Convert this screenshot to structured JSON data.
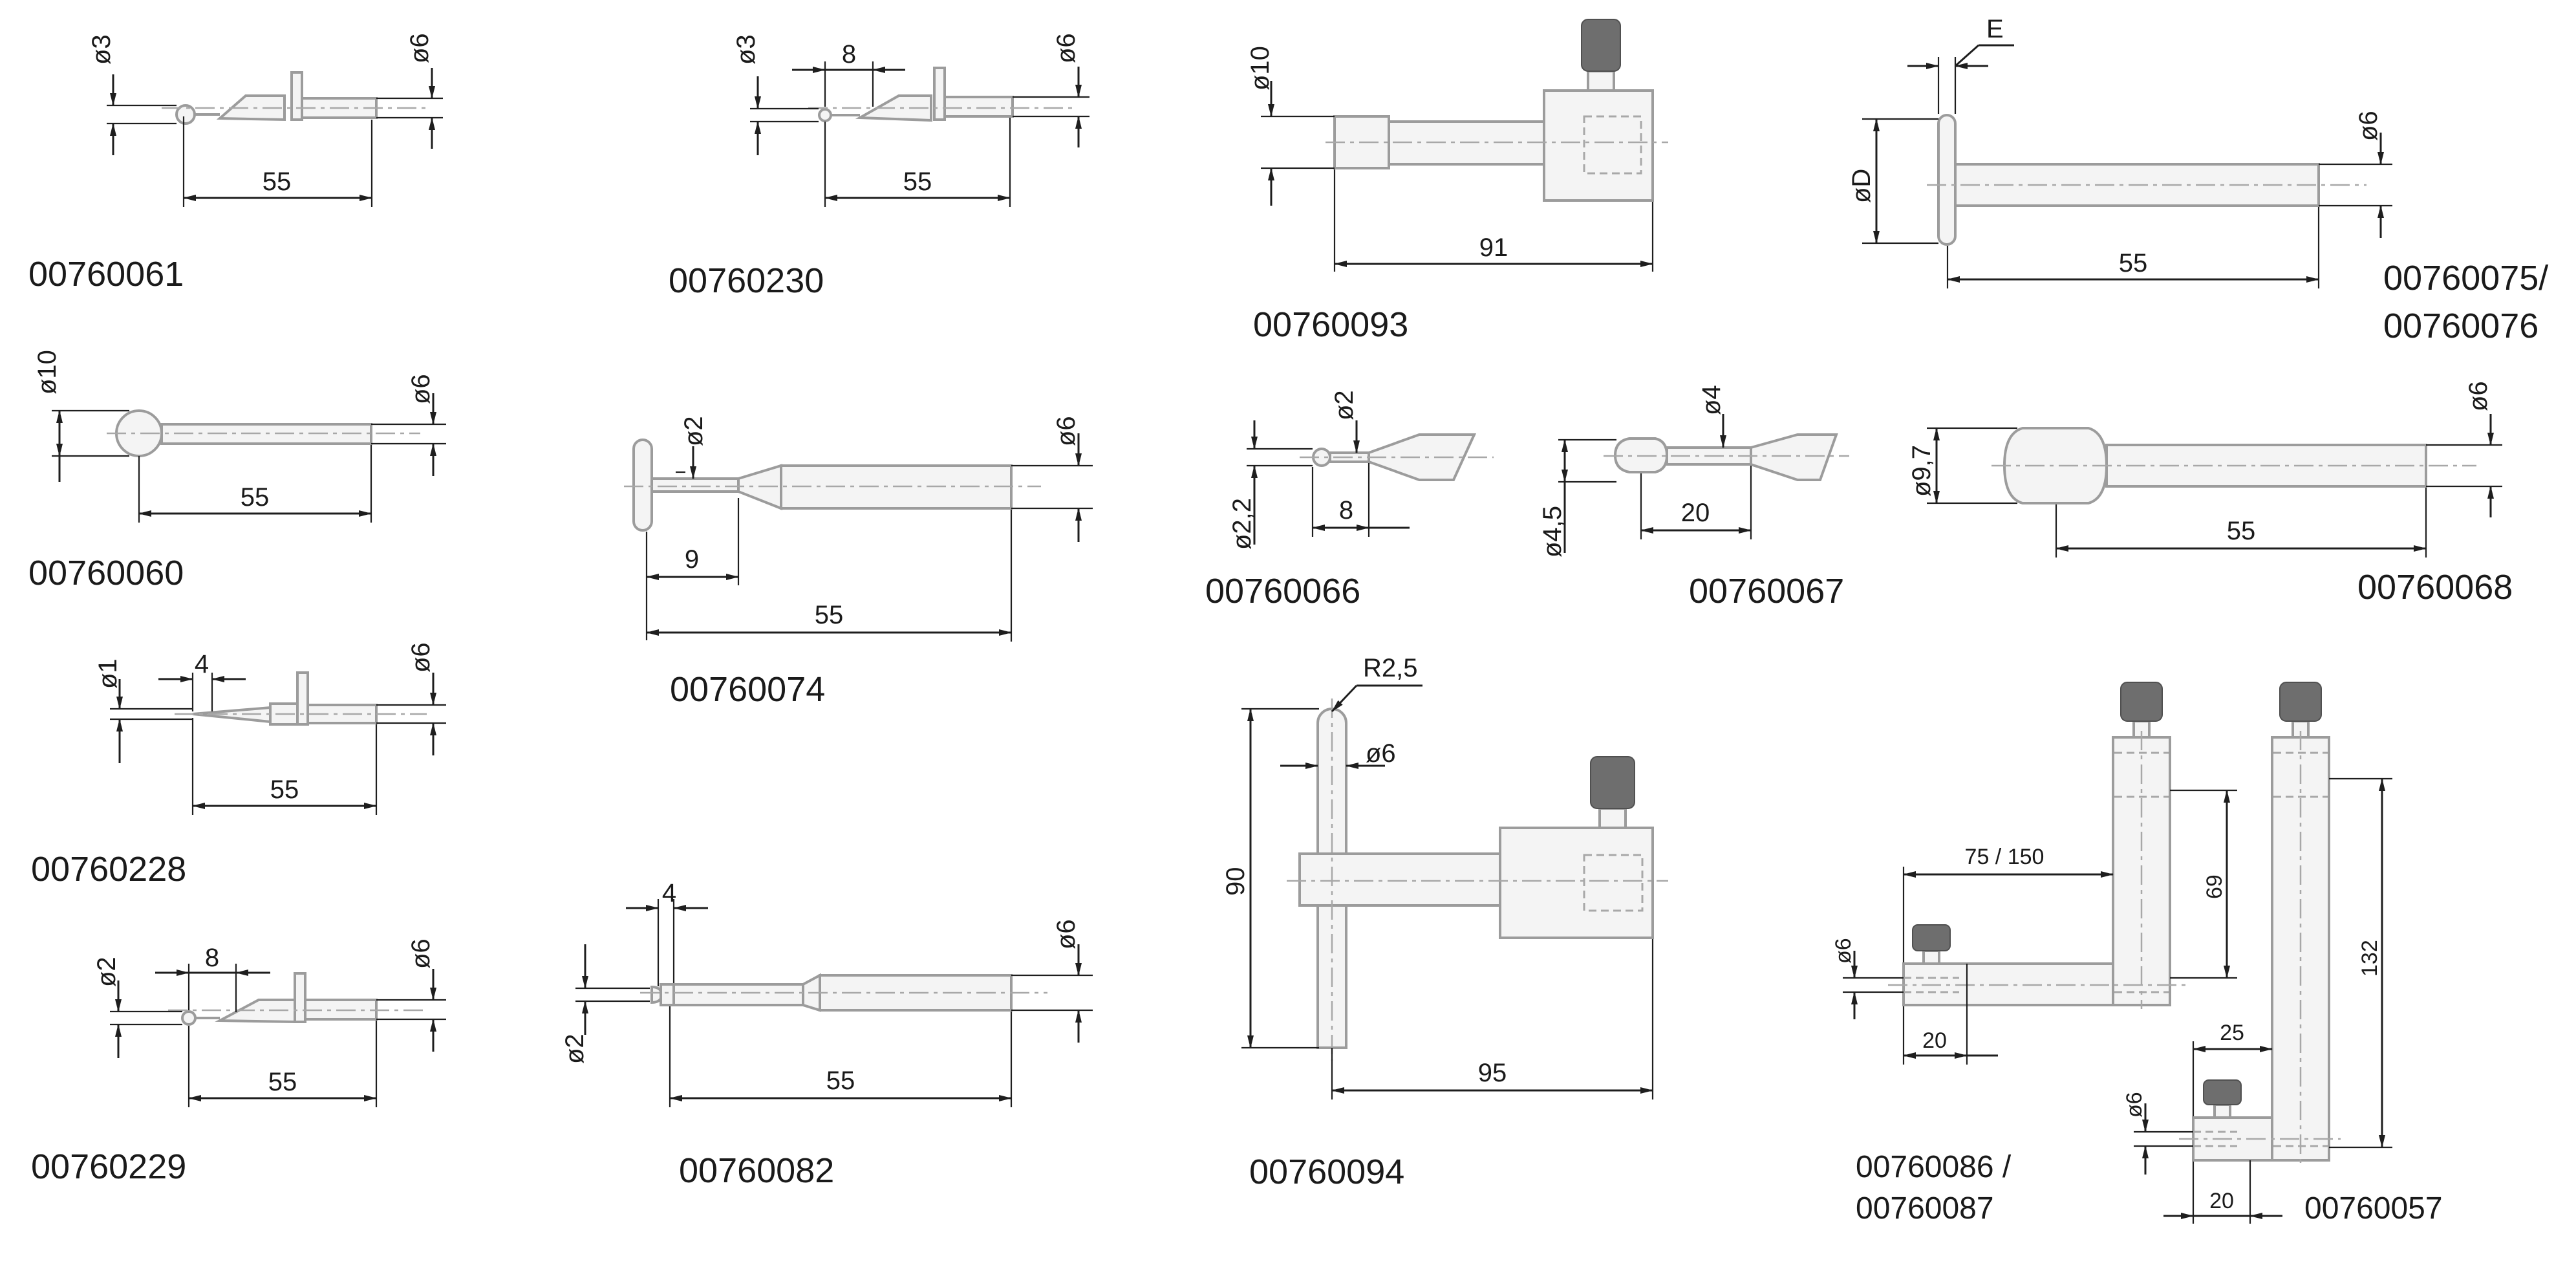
{
  "parts": [
    {
      "code": "00760061",
      "dims": {
        "dia_tip": "ø3",
        "dia_shank": "ø6",
        "length": "55"
      }
    },
    {
      "code": "00760230",
      "dims": {
        "dia_tip": "ø3",
        "offset": "8",
        "dia_shank": "ø6",
        "length": "55"
      }
    },
    {
      "code": "00760093",
      "dims": {
        "dia": "ø10",
        "length": "91"
      }
    },
    {
      "code_lines": [
        "00760075/",
        "00760076"
      ],
      "dims": {
        "e": "E",
        "dia_disc": "øD",
        "dia_shank": "ø6",
        "length": "55"
      }
    },
    {
      "code": "00760060",
      "dims": {
        "dia_ball": "ø10",
        "dia_shank": "ø6",
        "length": "55"
      }
    },
    {
      "code": "00760074",
      "dims": {
        "dia_neck": "ø2",
        "dia_shank": "ø6",
        "neck_len": "9",
        "length": "55"
      }
    },
    {
      "code": "00760066",
      "dims": {
        "dia_tip": "ø2",
        "dia_ball": "ø2,2",
        "tip_len": "8"
      }
    },
    {
      "code": "00760067",
      "dims": {
        "dia_neck": "ø4",
        "dia_ball": "ø4,5",
        "neck_len": "20"
      }
    },
    {
      "code": "00760068",
      "dims": {
        "dia_barrel": "ø9,7",
        "dia_shank": "ø6",
        "length": "55"
      }
    },
    {
      "code": "00760228",
      "dims": {
        "dia_tip": "ø1",
        "tip_len": "4",
        "dia_shank": "ø6",
        "length": "55"
      }
    },
    {
      "code": "00760229",
      "dims": {
        "dia_tip": "ø2",
        "offset": "8",
        "dia_shank": "ø6",
        "length": "55"
      }
    },
    {
      "code": "00760082",
      "dims": {
        "tip_len": "4",
        "dia_tip": "ø2",
        "dia_shank": "ø6",
        "length": "55"
      }
    },
    {
      "code": "00760094",
      "dims": {
        "radius": "R2,5",
        "dia_pin": "ø6",
        "height": "90",
        "length": "95"
      }
    },
    {
      "code_lines": [
        "00760086 /",
        "00760087"
      ],
      "dims": {
        "reach": "75 / 150",
        "height": "69",
        "dia": "ø6",
        "base": "20"
      }
    },
    {
      "code": "00760057",
      "dims": {
        "height": "132",
        "reach": "25",
        "dia": "ø6",
        "base": "20"
      }
    }
  ]
}
